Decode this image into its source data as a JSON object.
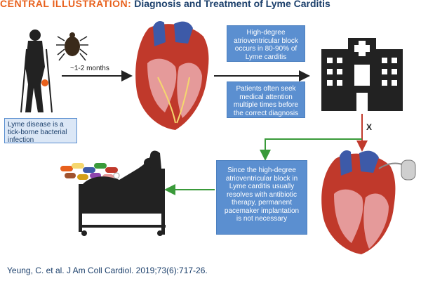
{
  "title": {
    "prefix": "CENTRAL ILLUSTRATION:",
    "text": "Diagnosis and Treatment of Lyme Carditis"
  },
  "time_label": "~1-2 months",
  "lyme_caption": "Lyme disease is a tick-borne bacterial infection",
  "box_block": "High-degree atrioventricular block occurs in 80-90% of Lyme carditis",
  "box_attention": "Patients often seek medical attention multiple times before the correct diagnosis",
  "box_resolution": "Since the high-degree atrioventricular block in Lyme carditis usually resolves with antibiotic therapy, permanent pacemaker implantation is not necessary",
  "x_mark": "X",
  "citation": "Yeung, C. et al. J Am Coll Cardiol. 2019;73(6):717-26.",
  "colors": {
    "accent_orange": "#e8601c",
    "navy": "#1b3f6b",
    "box_blue": "#5b8fd0",
    "arrow_green": "#3a9a3a",
    "arrow_red": "#c0392b",
    "heart_red": "#c0392b",
    "heart_blue": "#3d5aa8"
  },
  "icons": [
    "hiker-icon",
    "tick-icon",
    "heart-icon",
    "hospital-icon",
    "pills-icon",
    "patient-bed-icon",
    "pacemaker-heart-icon"
  ]
}
